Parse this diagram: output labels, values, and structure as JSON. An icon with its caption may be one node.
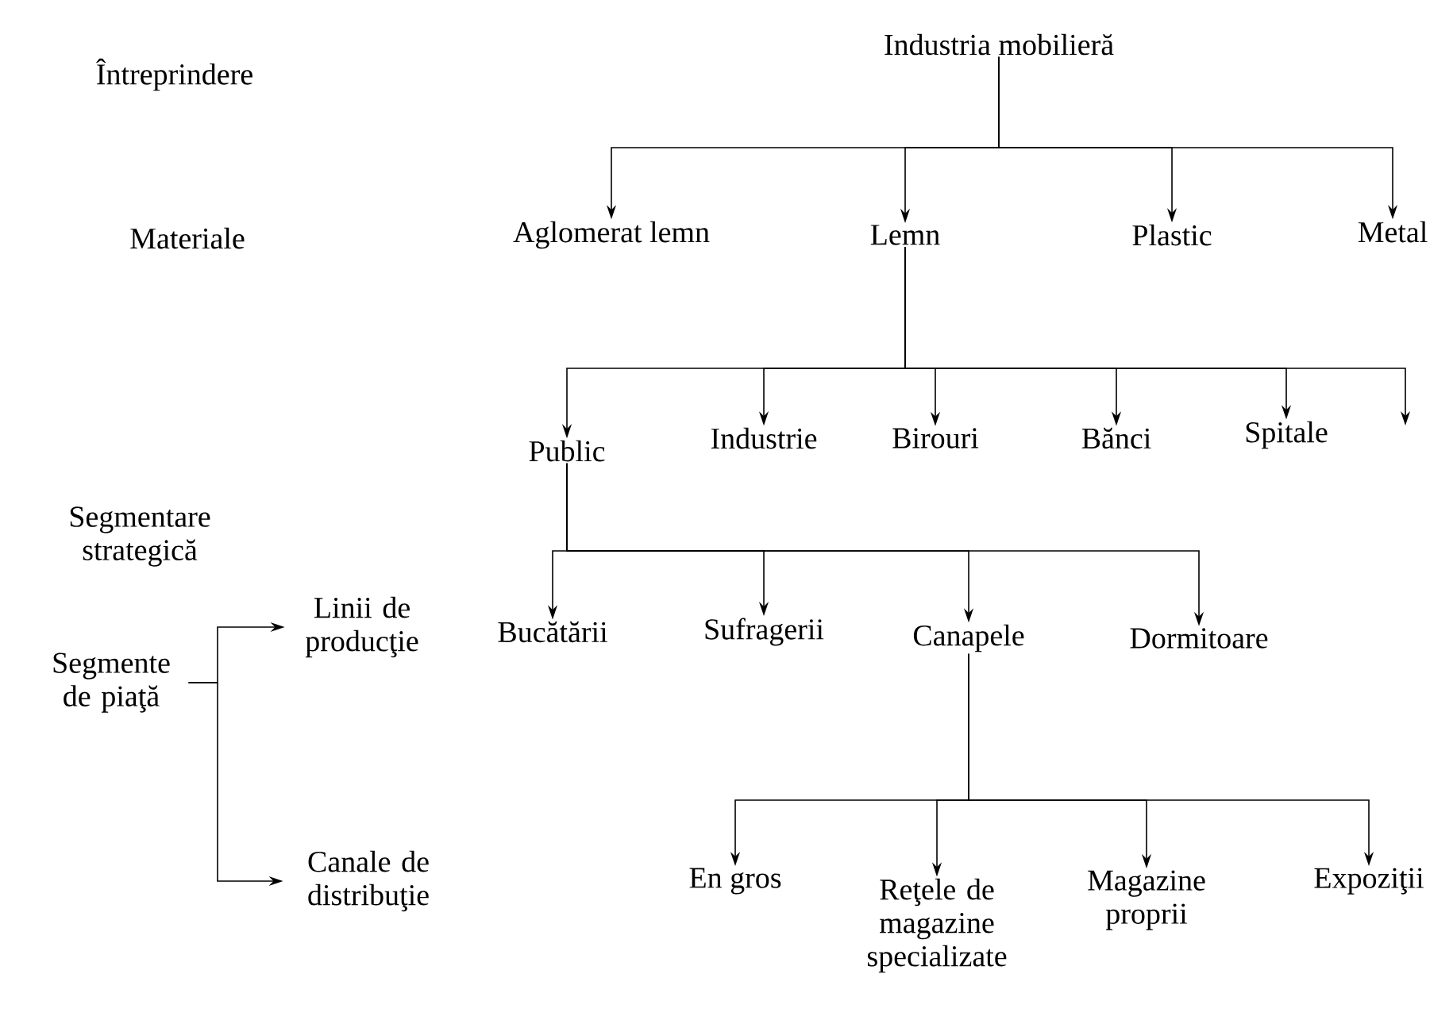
{
  "diagram": {
    "nodes": [
      {
        "text": [
          "Industria mobilieră"
        ]
      },
      {
        "text": [
          "Aglomerat lemn"
        ]
      },
      {
        "text": [
          "Lemn"
        ]
      },
      {
        "text": [
          "Plastic"
        ]
      },
      {
        "text": [
          "Metal"
        ]
      },
      {
        "text": [
          "Public"
        ]
      },
      {
        "text": [
          "Industrie"
        ]
      },
      {
        "text": [
          "Birouri"
        ]
      },
      {
        "text": [
          "Bănci"
        ]
      },
      {
        "text": [
          "Spitale"
        ]
      },
      {
        "text": [
          "Bucătării"
        ]
      },
      {
        "text": [
          "Sufragerii"
        ]
      },
      {
        "text": [
          "Canapele"
        ]
      },
      {
        "text": [
          "Dormitoare"
        ]
      },
      {
        "text": [
          "En gros"
        ]
      },
      {
        "text": [
          "Reţele de magazine specializate"
        ]
      },
      {
        "text": [
          "Magazine proprii"
        ]
      },
      {
        "text": [
          "Expoziţii"
        ]
      },
      {
        "text": [
          "Segmente de piaţă"
        ]
      },
      {
        "text": [
          "Linii de producţie"
        ]
      },
      {
        "text": [
          "Canale de distribuţie"
        ]
      }
    ],
    "edges": [
      {
        "from": 0,
        "to": 1,
        "arrow": "to"
      },
      {
        "from": 0,
        "to": 2,
        "arrow": "to"
      },
      {
        "from": 0,
        "to": 3,
        "arrow": "to"
      },
      {
        "from": 0,
        "to": 4,
        "arrow": "to"
      },
      {
        "from": 2,
        "to": 5,
        "arrow": "to"
      },
      {
        "from": 2,
        "to": 6,
        "arrow": "to"
      },
      {
        "from": 2,
        "to": 7,
        "arrow": "to"
      },
      {
        "from": 2,
        "to": 8,
        "arrow": "to"
      },
      {
        "from": 2,
        "to": 9,
        "arrow": "to"
      },
      {
        "from": 2,
        "to": null,
        "arrow": "to"
      },
      {
        "from": 5,
        "to": 10,
        "arrow": "to"
      },
      {
        "from": 5,
        "to": 11,
        "arrow": "to"
      },
      {
        "from": 5,
        "to": 12,
        "arrow": "to"
      },
      {
        "from": 5,
        "to": 13,
        "arrow": "to"
      },
      {
        "from": 12,
        "to": 14,
        "arrow": "to"
      },
      {
        "from": 12,
        "to": 15,
        "arrow": "to"
      },
      {
        "from": 12,
        "to": 16,
        "arrow": "to"
      },
      {
        "from": 12,
        "to": 17,
        "arrow": "to"
      },
      {
        "from": 18,
        "to": 19,
        "arrow": "to"
      },
      {
        "from": 18,
        "to": 20,
        "arrow": "to"
      }
    ],
    "labels": [
      "Întreprindere",
      "Materiale",
      "Segmentare strategică"
    ]
  }
}
